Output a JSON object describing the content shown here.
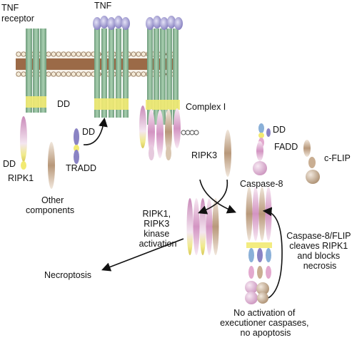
{
  "labels": {
    "tnf_receptor": [
      "TNF",
      "receptor"
    ],
    "tnf": "TNF",
    "dd_receptor": "DD",
    "complex_i": "Complex I",
    "dd_ripk1": "DD",
    "ripk1": "RIPK1",
    "dd_tradd": "DD",
    "tradd": "TRADD",
    "other_components": [
      "Other",
      "components"
    ],
    "ripk3": "RIPK3",
    "dd_fadd": "DD",
    "fadd": "FADD",
    "caspase8": "Caspase-8",
    "cflip": "c-FLIP",
    "kinase_activation": [
      "RIPK1,",
      "RIPK3",
      "kinase",
      "activation"
    ],
    "necroptosis": "Necroptosis",
    "caspase_flip_note": [
      "Caspase-8/FLIP",
      "cleaves RIPK1",
      "and blocks",
      "necrosis"
    ],
    "no_activation": [
      "No activation of",
      "executioner caspases,",
      "no apoptosis"
    ]
  },
  "colors": {
    "receptor_green": "#8fb89a",
    "dd_yellow": "#f2ea72",
    "tnf_purple": "#8a83c4",
    "ripk1_pink": "#d89ec8",
    "ripk3_tan": "#b89a7a",
    "membrane_brown": "#8a5a3a"
  }
}
